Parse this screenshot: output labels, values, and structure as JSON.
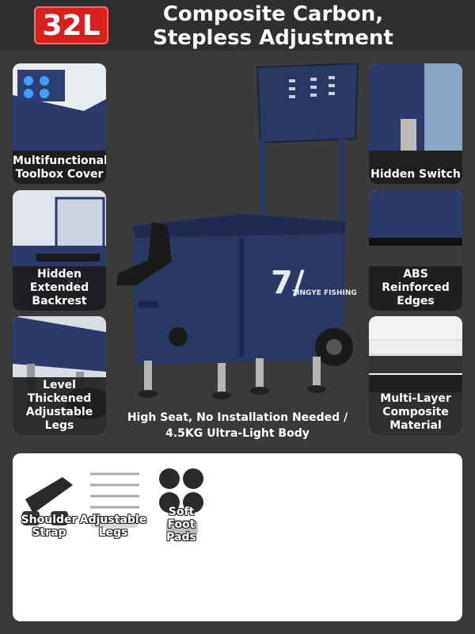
{
  "header": {
    "badge": "32L",
    "title": "Composite Carbon, Stepless Adjustment"
  },
  "features_left": [
    {
      "label": "Multifunctional Toolbox Cover"
    },
    {
      "label": "Hidden Extended Backrest"
    },
    {
      "label": "Level Thickened Adjustable Legs"
    }
  ],
  "features_right": [
    {
      "label": "Hidden Switch"
    },
    {
      "label": "ABS Reinforced Edges"
    },
    {
      "label": "Multi-Layer Composite Material"
    }
  ],
  "hero": {
    "brand": "TINGYE FISHING",
    "caption": "High Seat, No Installation Needed / 4.5KG Ultra-Light Body"
  },
  "accessories": [
    {
      "label": "Shoulder Strap"
    },
    {
      "label": "Adjustable Legs"
    },
    {
      "label": "Soft Foot Pads"
    }
  ],
  "colors": {
    "background": "#3a3a3a",
    "header": "#2f2f2f",
    "badge": "#d8201f",
    "box_navy": "#2a3763"
  }
}
